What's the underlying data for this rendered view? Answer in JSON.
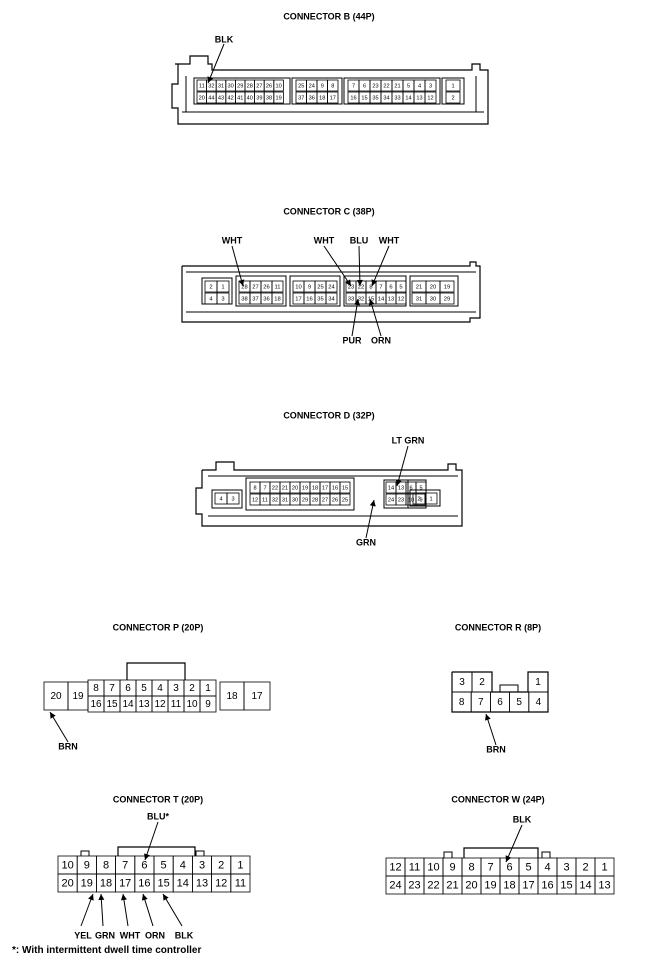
{
  "connectors": {
    "B": {
      "title": "CONNECTOR B (44P)",
      "rows": [
        [
          "11",
          "32",
          "31",
          "30",
          "29",
          "28",
          "27",
          "26",
          "10",
          "25",
          "24",
          "9",
          "8",
          "7",
          "6",
          "23",
          "22",
          "21",
          "5",
          "4",
          "3",
          "1"
        ],
        [
          "20",
          "44",
          "43",
          "42",
          "41",
          "40",
          "39",
          "38",
          "19",
          "37",
          "36",
          "18",
          "17",
          "16",
          "15",
          "35",
          "34",
          "33",
          "14",
          "13",
          "12",
          "2"
        ]
      ],
      "wires": [
        "BLK"
      ]
    },
    "C": {
      "title": "CONNECTOR C (38P)",
      "rows": [
        [
          "2",
          "1",
          "28",
          "27",
          "26",
          "11",
          "10",
          "9",
          "25",
          "24",
          "23",
          "22",
          "8",
          "7",
          "6",
          "5",
          "21",
          "20",
          "19"
        ],
        [
          "4",
          "3",
          "38",
          "37",
          "36",
          "18",
          "17",
          "16",
          "35",
          "34",
          "33",
          "32",
          "15",
          "14",
          "13",
          "12",
          "31",
          "30",
          "29"
        ]
      ],
      "wires": [
        "WHT",
        "WHT",
        "BLU",
        "WHT",
        "PUR",
        "ORN"
      ]
    },
    "D": {
      "title": "CONNECTOR D (32P)",
      "rows": [
        [
          "4",
          "3",
          "8",
          "7",
          "22",
          "21",
          "20",
          "19",
          "18",
          "17",
          "16",
          "15",
          "14",
          "13",
          "6",
          "5",
          "2",
          "1"
        ],
        [
          "12",
          "11",
          "32",
          "31",
          "30",
          "29",
          "28",
          "27",
          "26",
          "25",
          "24",
          "23",
          "10",
          "9"
        ]
      ],
      "wires": [
        "LT GRN",
        "GRN"
      ]
    },
    "P": {
      "title": "CONNECTOR P (20P)",
      "rows": [
        [
          "20",
          "19",
          "8",
          "7",
          "6",
          "5",
          "4",
          "3",
          "2",
          "1",
          "18",
          "17"
        ],
        [
          "16",
          "15",
          "14",
          "13",
          "12",
          "11",
          "10",
          "9"
        ]
      ],
      "wires": [
        "BRN"
      ]
    },
    "R": {
      "title": "CONNECTOR R (8P)",
      "rows": [
        [
          "3",
          "2",
          "1"
        ],
        [
          "8",
          "7",
          "6",
          "5",
          "4"
        ]
      ],
      "wires": [
        "BRN"
      ]
    },
    "T": {
      "title": "CONNECTOR T (20P)",
      "rows": [
        [
          "10",
          "9",
          "8",
          "7",
          "6",
          "5",
          "4",
          "3",
          "2",
          "1"
        ],
        [
          "20",
          "19",
          "18",
          "17",
          "16",
          "15",
          "14",
          "13",
          "12",
          "11"
        ]
      ],
      "wires": [
        "BLU*",
        "YEL",
        "GRN",
        "WHT",
        "ORN",
        "BLK"
      ]
    },
    "W": {
      "title": "CONNECTOR W (24P)",
      "rows": [
        [
          "12",
          "11",
          "10",
          "9",
          "8",
          "7",
          "6",
          "5",
          "4",
          "3",
          "2",
          "1"
        ],
        [
          "24",
          "23",
          "22",
          "21",
          "20",
          "19",
          "18",
          "17",
          "16",
          "15",
          "14",
          "13"
        ]
      ],
      "wires": [
        "BLK"
      ]
    }
  },
  "footnote": "*: With intermittent dwell time controller"
}
